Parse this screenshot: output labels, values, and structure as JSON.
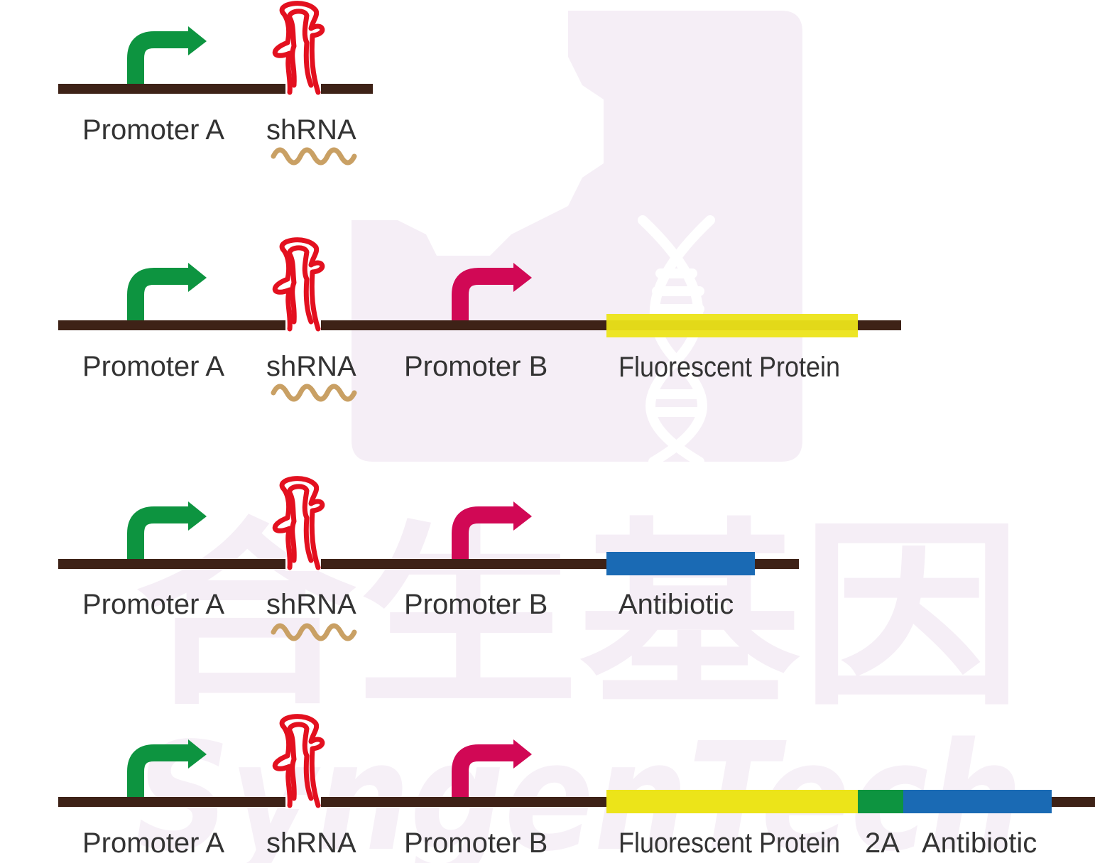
{
  "colors": {
    "backbone": "#3e2217",
    "promoter_a": "#0d9440",
    "promoter_b": "#d10855",
    "shrna_hairpin": "#e3101f",
    "shrna_wave": "#c9a064",
    "fluorescent_protein": "#ece419",
    "antibiotic": "#1a6ab4",
    "linker_2a": "#0d9440",
    "label_text": "#333333",
    "watermark": "#f5eef6"
  },
  "constructs": [
    {
      "labels": {
        "promoter_a": "Promoter A",
        "shrna": "shRNA"
      }
    },
    {
      "labels": {
        "promoter_a": "Promoter A",
        "shrna": "shRNA",
        "promoter_b": "Promoter B",
        "gene1": "Fluorescent Protein"
      }
    },
    {
      "labels": {
        "promoter_a": "Promoter A",
        "shrna": "shRNA",
        "promoter_b": "Promoter B",
        "gene1": "Antibiotic"
      }
    },
    {
      "labels": {
        "promoter_a": "Promoter A",
        "shrna": "shRNA",
        "promoter_b": "Promoter B",
        "gene1": "Fluorescent Protein",
        "linker": "2A",
        "gene2": "Antibiotic"
      }
    }
  ],
  "watermark": {
    "chinese_text": "合生基因",
    "latin_text": "SyngenTech",
    "icons": [
      "gear-icon",
      "dna-helix-icon"
    ]
  }
}
